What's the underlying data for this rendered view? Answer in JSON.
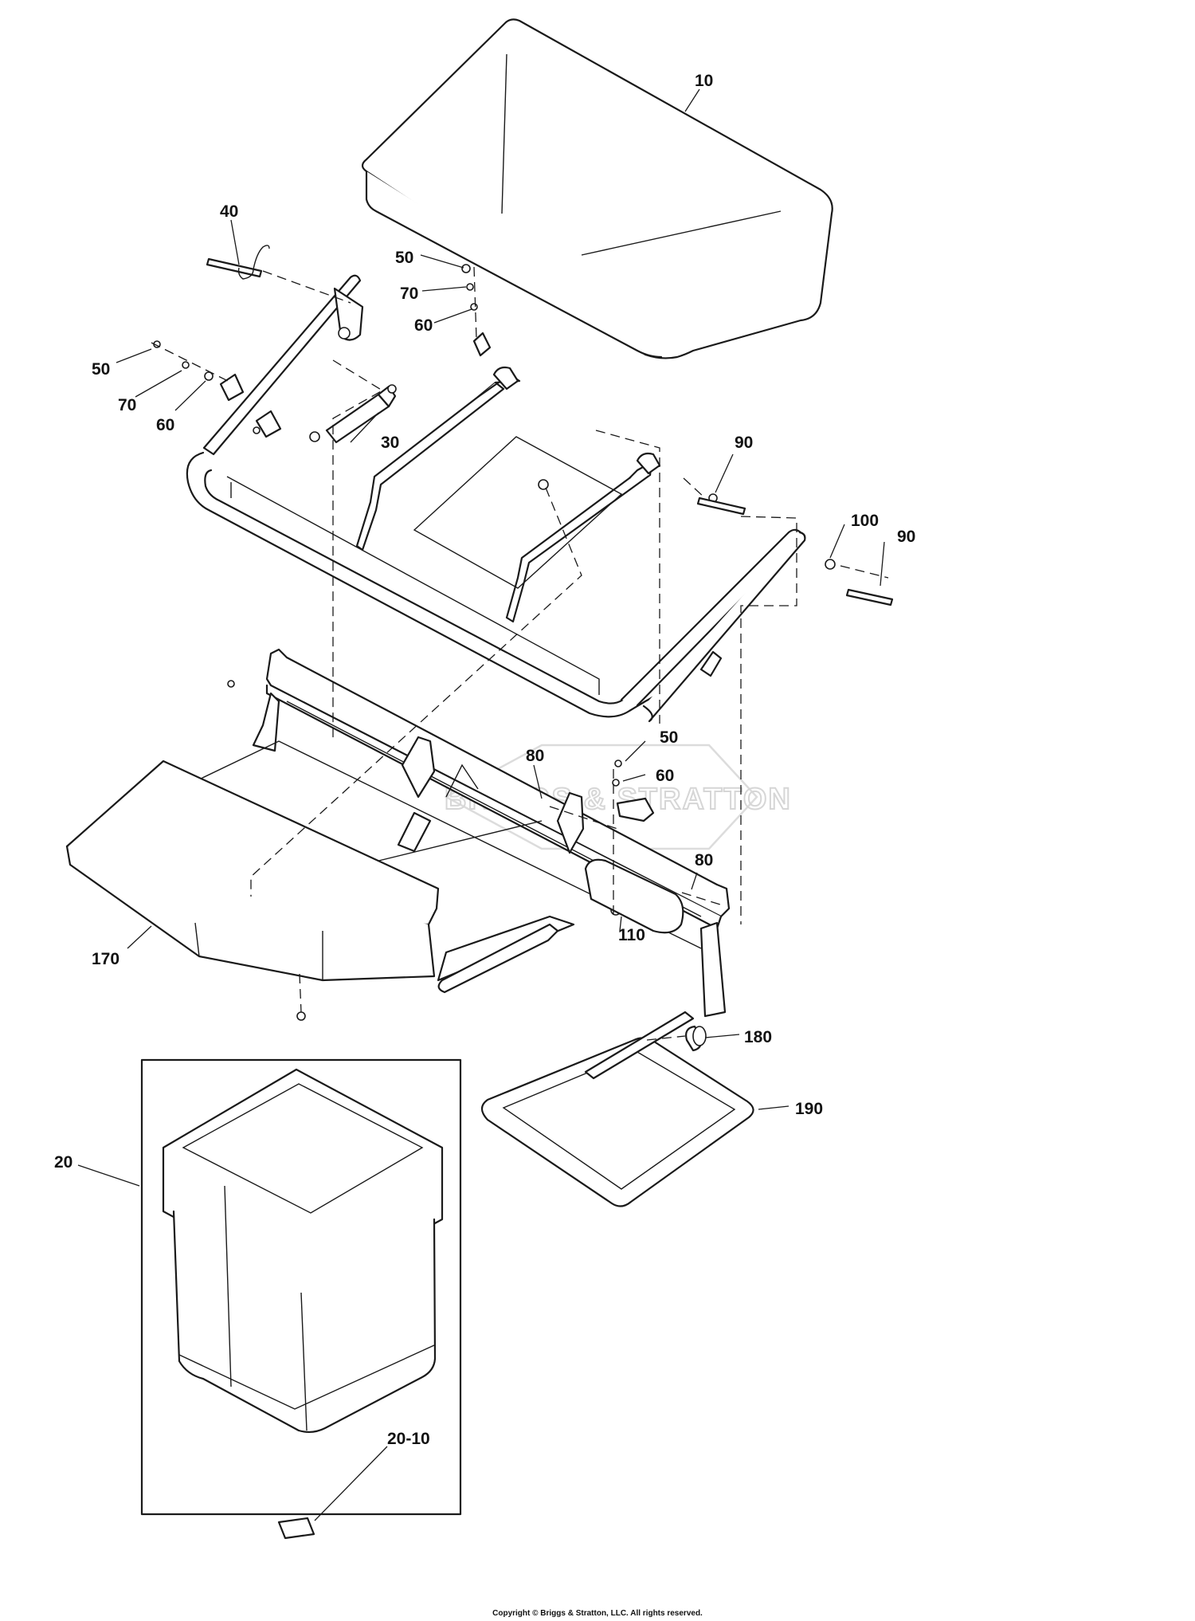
{
  "watermark": "BRIGGS & STRATTON",
  "copyright": "Copyright © Briggs & Stratton, LLC. All rights reserved.",
  "callouts": [
    {
      "id": "c10",
      "label": "10"
    },
    {
      "id": "c40",
      "label": "40"
    },
    {
      "id": "c50a",
      "label": "50"
    },
    {
      "id": "c70a",
      "label": "70"
    },
    {
      "id": "c60a",
      "label": "60"
    },
    {
      "id": "c50b",
      "label": "50"
    },
    {
      "id": "c70b",
      "label": "70"
    },
    {
      "id": "c60b",
      "label": "60"
    },
    {
      "id": "c30",
      "label": "30"
    },
    {
      "id": "c90a",
      "label": "90"
    },
    {
      "id": "c100",
      "label": "100"
    },
    {
      "id": "c90b",
      "label": "90"
    },
    {
      "id": "c50c",
      "label": "50"
    },
    {
      "id": "c80a",
      "label": "80"
    },
    {
      "id": "c60c",
      "label": "60"
    },
    {
      "id": "c80b",
      "label": "80"
    },
    {
      "id": "c110",
      "label": "110"
    },
    {
      "id": "c170",
      "label": "170"
    },
    {
      "id": "c180",
      "label": "180"
    },
    {
      "id": "c190",
      "label": "190"
    },
    {
      "id": "c20",
      "label": "20"
    },
    {
      "id": "c2010",
      "label": "20-10"
    }
  ]
}
